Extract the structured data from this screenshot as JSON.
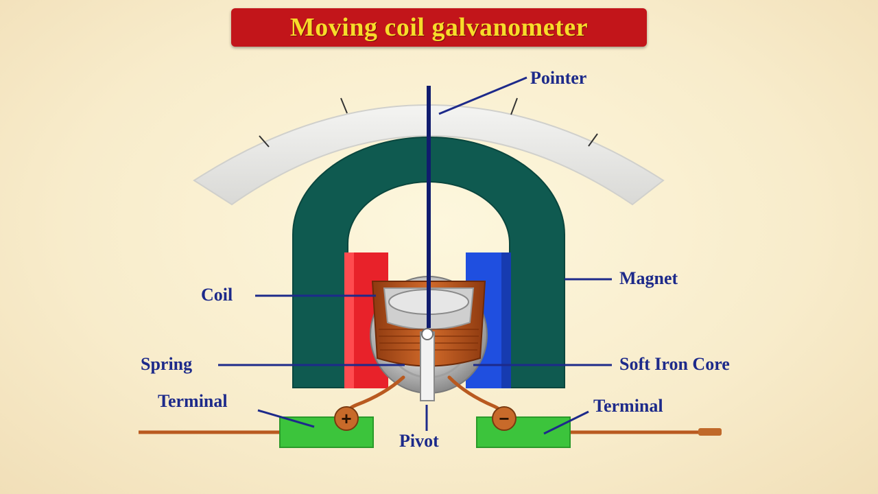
{
  "title": "Moving coil galvanometer",
  "labels": {
    "pointer": "Pointer",
    "magnet": "Magnet",
    "coil": "Coil",
    "spring": "Spring",
    "soft_iron_core": "Soft Iron Core",
    "terminal_left": "Terminal",
    "terminal_right": "Terminal",
    "pivot": "Pivot"
  },
  "terminal_signs": {
    "positive": "+",
    "negative": "−"
  },
  "colors": {
    "title_bg": "#c2151a",
    "title_text": "#f7dc2a",
    "label_text": "#1d2a8a",
    "magnet": "#0f5a50",
    "north_pole": "#e8222a",
    "south_pole": "#1f4fe0",
    "coil": "#b8511c",
    "terminal": "#3cc43c",
    "wire": "#b95a20"
  }
}
